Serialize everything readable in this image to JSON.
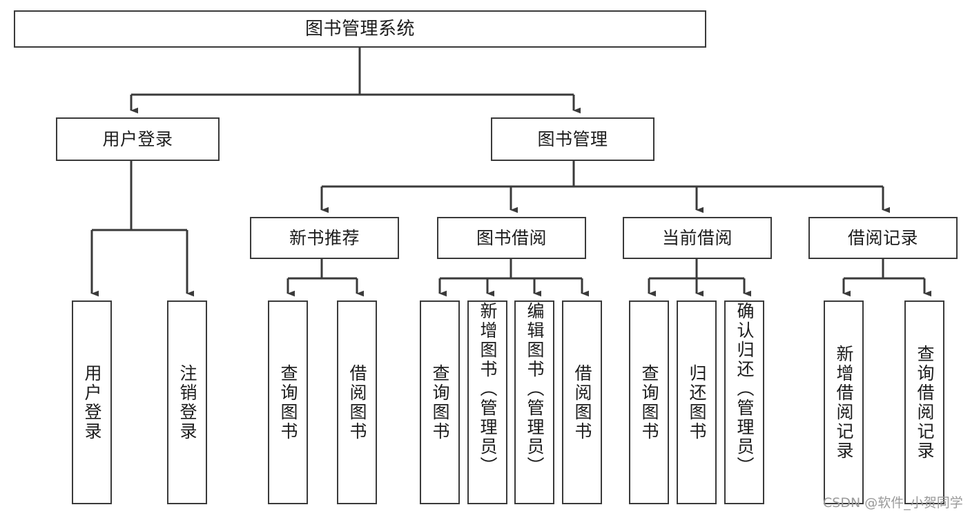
{
  "diagram": {
    "title": "图书管理系统",
    "type": "tree",
    "watermark": "CSDN @软件_小贺同学",
    "stroke_color": "#3a3a3a",
    "fill_color": "#ffffff",
    "text_color": "#1c1c1c",
    "watermark_color": "#9a9a9a",
    "nodes": {
      "root": {
        "label": "图书管理系统"
      },
      "level1": [
        {
          "id": "user-login",
          "label": "用户登录"
        },
        {
          "id": "book-manage",
          "label": "图书管理"
        }
      ],
      "level2": [
        {
          "id": "new-book-recommend",
          "label": "新书推荐"
        },
        {
          "id": "book-borrow",
          "label": "图书借阅"
        },
        {
          "id": "current-borrow",
          "label": "当前借阅"
        },
        {
          "id": "borrow-record",
          "label": "借阅记录"
        }
      ],
      "leaves": {
        "user-login": [
          {
            "id": "leaf-user-login",
            "label": "用户登录"
          },
          {
            "id": "leaf-logout-login",
            "label": "注销登录"
          }
        ],
        "new-book-recommend": [
          {
            "id": "leaf-query-book-1",
            "label": "查询图书"
          },
          {
            "id": "leaf-borrow-book-1",
            "label": "借阅图书"
          }
        ],
        "book-borrow": [
          {
            "id": "leaf-query-book-2",
            "label": "查询图书"
          },
          {
            "id": "leaf-add-book-admin",
            "label": "新增图书（管理员）"
          },
          {
            "id": "leaf-edit-book-admin",
            "label": "编辑图书（管理员）"
          },
          {
            "id": "leaf-borrow-book-2",
            "label": "借阅图书"
          }
        ],
        "current-borrow": [
          {
            "id": "leaf-query-book-3",
            "label": "查询图书"
          },
          {
            "id": "leaf-return-book",
            "label": "归还图书"
          },
          {
            "id": "leaf-confirm-return-admin",
            "label": "确认归还（管理员）"
          }
        ],
        "borrow-record": [
          {
            "id": "leaf-add-borrow-record",
            "label": "新增借阅记录"
          },
          {
            "id": "leaf-query-borrow-record",
            "label": "查询借阅记录"
          }
        ]
      }
    }
  }
}
